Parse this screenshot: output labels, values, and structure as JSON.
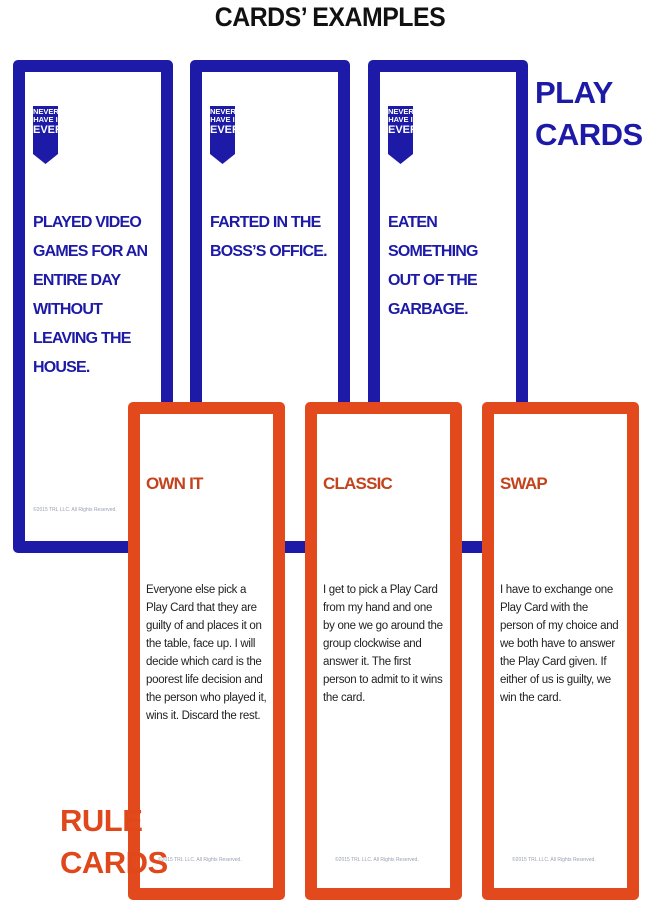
{
  "title": "CARDS’ EXAMPLES",
  "play_label": [
    "PLAY",
    "CARDS"
  ],
  "rule_label": [
    "RULE",
    "CARDS"
  ],
  "colors": {
    "play_blue": "#1c1aa6",
    "rule_orange": "#e24a1d"
  },
  "logo": {
    "lines": [
      "NEVER",
      "HAVE I",
      "EVER"
    ],
    "icon": "never-have-i-ever-logo"
  },
  "play_cards": [
    {
      "text": "PLAYED VIDEO GAMES FOR AN ENTIRE DAY WITHOUT LEAVING THE HOUSE.",
      "footer": "©2015 TRL LLC. All Rights Reserved."
    },
    {
      "text": "FARTED IN THE BOSS’S OFFICE.",
      "footer": ""
    },
    {
      "text": "EATEN SOMETHING OUT OF THE GARBAGE.",
      "footer": ""
    }
  ],
  "rule_cards": [
    {
      "title": "OWN IT",
      "text": "Everyone else pick a Play Card that they are guilty of and places it on the table, face up. I will decide which card is the poorest life decision and the person who played it, wins it. Discard the rest.",
      "footer": "©2015 TRL LLC. All Rights Reserved."
    },
    {
      "title": "CLASSIC",
      "text": "I get to pick a Play Card from my hand and one by one we go around the group clockwise and answer it. The first person to admit to it wins the card.",
      "footer": "©2015 TRL LLC. All Rights Reserved."
    },
    {
      "title": "SWAP",
      "text": "I have to exchange one Play Card with the person of my choice and we both have to answer the Play Card given. If either of us is guilty, we win the card.",
      "footer": "©2015 TRL LLC. All Rights Reserved."
    }
  ]
}
